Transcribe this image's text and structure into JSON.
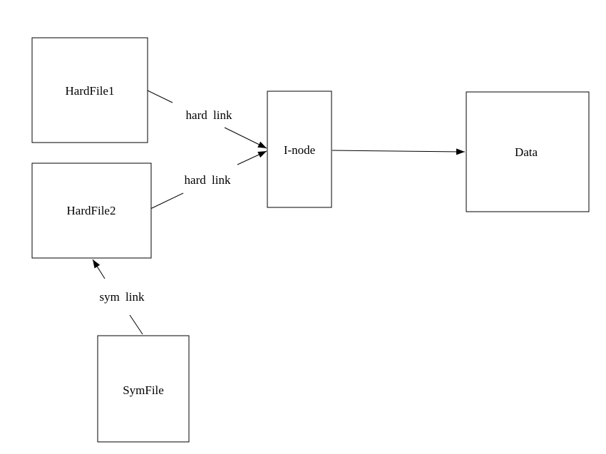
{
  "diagram": {
    "nodes": [
      {
        "id": "hardfile1",
        "label": "HardFile1"
      },
      {
        "id": "hardfile2",
        "label": "HardFile2"
      },
      {
        "id": "inode",
        "label": "I-node"
      },
      {
        "id": "data",
        "label": "Data"
      },
      {
        "id": "symfile",
        "label": "SymFile"
      }
    ],
    "edges": [
      {
        "from": "HardFile1",
        "to": "I-node",
        "label": "hard link",
        "arrowhead": "filled-triangle"
      },
      {
        "from": "HardFile2",
        "to": "I-node",
        "label": "hard link",
        "arrowhead": "filled-triangle"
      },
      {
        "from": "I-node",
        "to": "Data",
        "label": "",
        "arrowhead": "filled-triangle"
      },
      {
        "from": "SymFile",
        "to": "HardFile2",
        "label": "sym link",
        "arrowhead": "filled-triangle"
      }
    ],
    "colors": {
      "line": "#000000",
      "text": "#000000",
      "box_fill": "#ffffff",
      "background": "#ffffff"
    }
  }
}
